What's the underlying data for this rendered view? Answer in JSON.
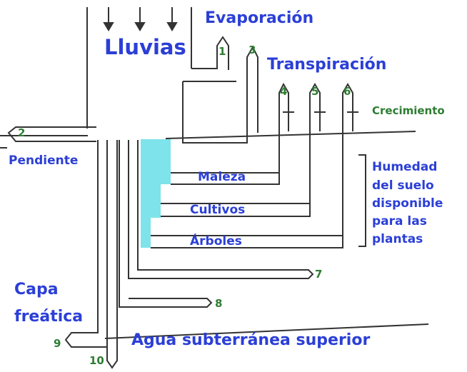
{
  "labels": {
    "lluvias": "Lluvias",
    "evaporacion": "Evaporación",
    "transpiracion": "Transpiración",
    "crecimiento": "Crecimiento",
    "pendiente": "Pendiente",
    "maleza": "Maleza",
    "cultivos": "Cultivos",
    "arboles": "Árboles",
    "humedad": [
      "Humedad",
      "del suelo",
      "disponible",
      "para las",
      "plantas"
    ],
    "capa_freatica": [
      "Capa",
      "freática"
    ],
    "agua_subterranea": "Agua subterránea superior"
  },
  "numbers": {
    "n1": "1",
    "n2": "2",
    "n3": "3",
    "n4": "4",
    "n5": "5",
    "n6": "6",
    "n7": "7",
    "n8": "8",
    "n9": "9",
    "n10": "10"
  },
  "colors": {
    "label_blue": "#2b3fd6",
    "number_green": "#2e7d32",
    "root_zone_cyan": "#7ee3ea",
    "line": "#333333"
  }
}
